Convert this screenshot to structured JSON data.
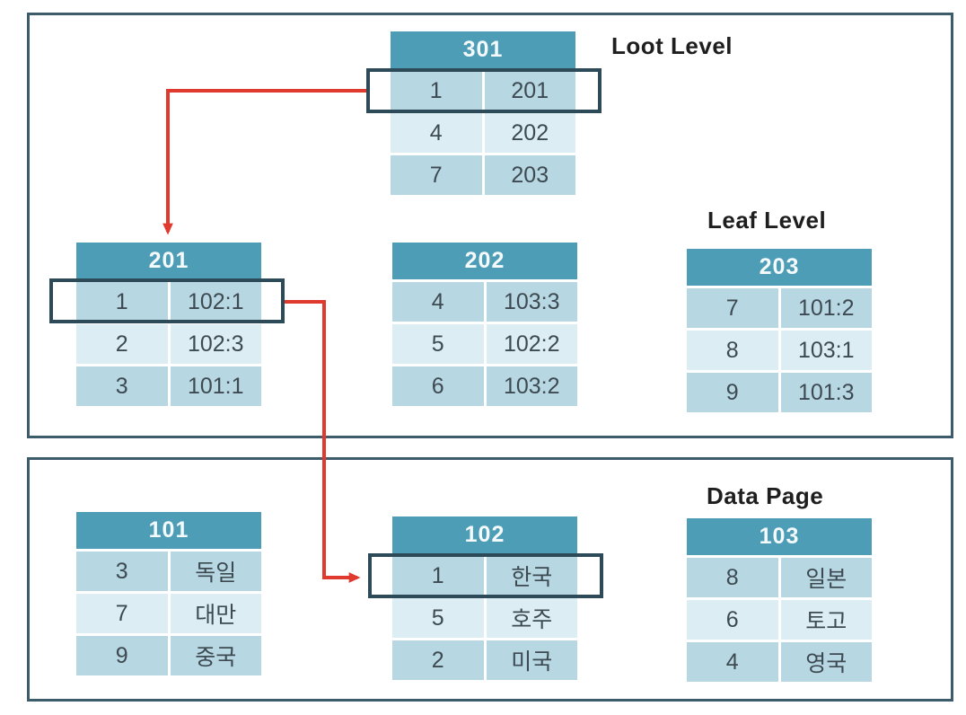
{
  "labels": {
    "root_level": "Loot Level",
    "leaf_level": "Leaf Level",
    "data_page": "Data Page"
  },
  "tables": {
    "t301": {
      "title": "301",
      "rows": [
        [
          "1",
          "201"
        ],
        [
          "4",
          "202"
        ],
        [
          "7",
          "203"
        ]
      ]
    },
    "t201": {
      "title": "201",
      "rows": [
        [
          "1",
          "102:1"
        ],
        [
          "2",
          "102:3"
        ],
        [
          "3",
          "101:1"
        ]
      ]
    },
    "t202": {
      "title": "202",
      "rows": [
        [
          "4",
          "103:3"
        ],
        [
          "5",
          "102:2"
        ],
        [
          "6",
          "103:2"
        ]
      ]
    },
    "t203": {
      "title": "203",
      "rows": [
        [
          "7",
          "101:2"
        ],
        [
          "8",
          "103:1"
        ],
        [
          "9",
          "101:3"
        ]
      ]
    },
    "t101": {
      "title": "101",
      "rows": [
        [
          "3",
          "독일"
        ],
        [
          "7",
          "대만"
        ],
        [
          "9",
          "중국"
        ]
      ]
    },
    "t102": {
      "title": "102",
      "rows": [
        [
          "1",
          "한국"
        ],
        [
          "5",
          "호주"
        ],
        [
          "2",
          "미국"
        ]
      ]
    },
    "t103": {
      "title": "103",
      "rows": [
        [
          "8",
          "일본"
        ],
        [
          "6",
          "토고"
        ],
        [
          "4",
          "영국"
        ]
      ]
    }
  },
  "highlights": [
    "301 row 1→201",
    "201 row 1→102:1",
    "102 row 1→한국"
  ],
  "links": [
    {
      "from": "301 row [1, 201]",
      "to": "table 201 header"
    },
    {
      "from": "201 row [1, 102:1]",
      "to": "102 row [1, 한국]"
    }
  ],
  "colors": {
    "table_header": "#4e9db7",
    "row_dark": "#b7d7e2",
    "row_light": "#dcedf3",
    "outer_border": "#3c5b6b",
    "highlight_border": "#2c4a58",
    "arrow_red": "#e0392e",
    "label_text": "#1e1e1e",
    "cell_text": "#3e4a52"
  }
}
